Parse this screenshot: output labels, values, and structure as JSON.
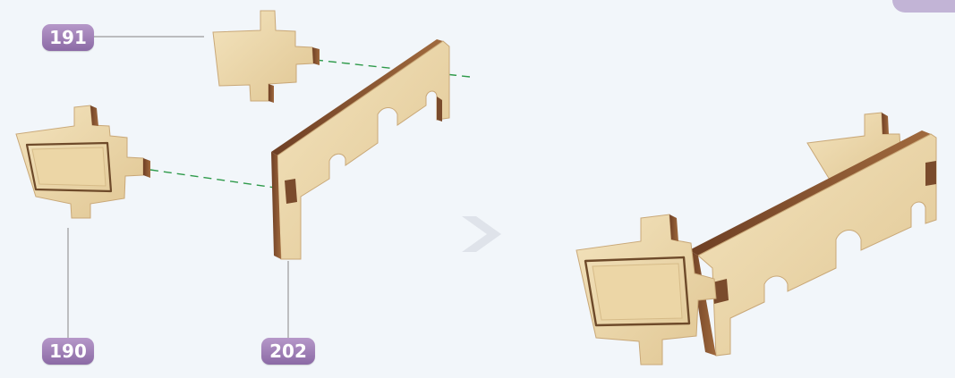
{
  "parts": [
    {
      "id": "part-191",
      "label": "191"
    },
    {
      "id": "part-190",
      "label": "190"
    },
    {
      "id": "part-202",
      "label": "202"
    }
  ],
  "colors": {
    "background": "#f2f6fa",
    "wood": "#ecd9ad",
    "wood_edge": "#8a5a33",
    "badge": "#9b7bb5",
    "guide_line": "#2e9a4a",
    "leader_line": "#9a9a9a",
    "arrow": "#dfe3ea"
  }
}
